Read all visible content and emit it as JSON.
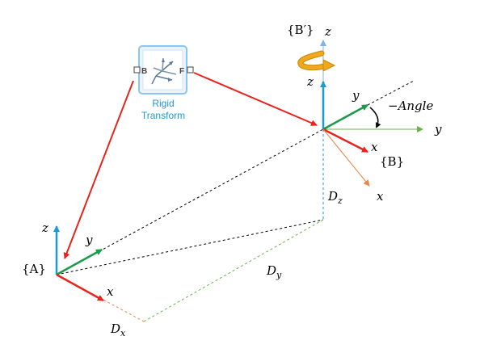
{
  "frames": {
    "A": {
      "label": "{A}",
      "axis_x": "x",
      "axis_y": "y",
      "axis_z": "z"
    },
    "B": {
      "label": "{B}",
      "axis_x": "x",
      "axis_y": "y",
      "axis_z": "z"
    },
    "B_prime": {
      "label": "{B′}",
      "axis_x": "x",
      "axis_y": "y",
      "axis_z": "z"
    }
  },
  "offsets": {
    "dx": "D",
    "dx_sub": "x",
    "dy": "D",
    "dy_sub": "y",
    "dz": "D",
    "dz_sub": "z"
  },
  "angle_label": "−Angle",
  "block": {
    "line1": "Rigid",
    "line2": "Transform",
    "port_in": "B",
    "port_out": "F"
  },
  "colors": {
    "x_axis": "#e8241d",
    "y_axis": "#1a9a4a",
    "z_axis": "#1a9ad6",
    "y_prime_axis": "#6ab04c",
    "x_prime_axis": "#e8874a",
    "z_prime_axis": "#7fb6df",
    "connector": "#e8241d",
    "rotation_arrow": "#f0a81c",
    "block_border": "#8ec5ec"
  }
}
